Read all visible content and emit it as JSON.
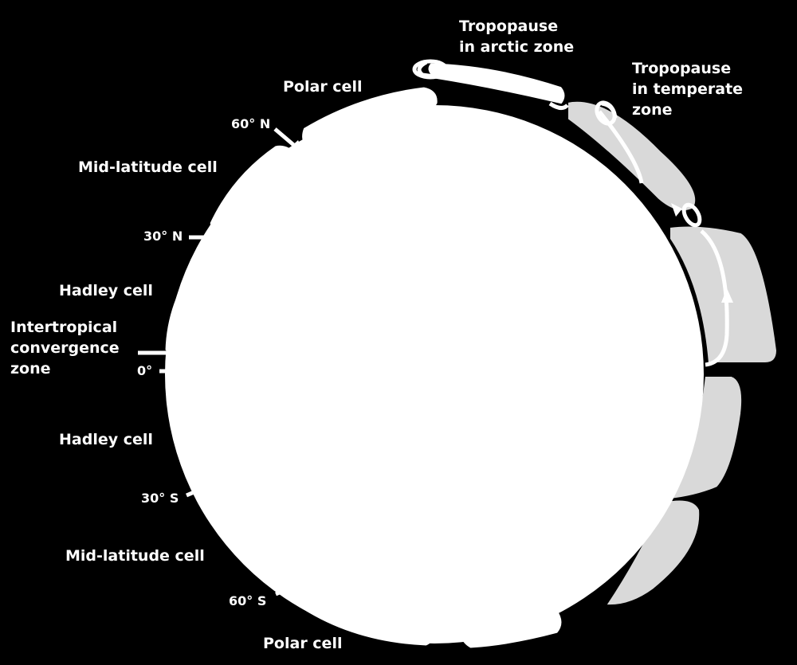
{
  "colors": {
    "background": "#000000",
    "earth": "#ffffff",
    "cell_fill": "#ffffff",
    "cell_shaded": "#d9d9d9",
    "text": "#ffffff"
  },
  "labels": {
    "tropopause_arctic": [
      "Tropopause",
      "in arctic zone"
    ],
    "tropopause_temperate": [
      "Tropopause",
      "in temperate",
      "zone"
    ],
    "polar_cell_north": "Polar cell",
    "lat_60n": "60° N",
    "midlat_cell_north": "Mid-latitude cell",
    "lat_30n": "30° N",
    "hadley_cell_north": "Hadley cell",
    "itcz": [
      "Intertropical",
      "convergence",
      "zone"
    ],
    "lat_0": "0°",
    "hadley_cell_south": "Hadley cell",
    "lat_30s": "30° S",
    "midlat_cell_south": "Mid-latitude cell",
    "lat_60s": "60° S",
    "polar_cell_south": "Polar cell"
  }
}
